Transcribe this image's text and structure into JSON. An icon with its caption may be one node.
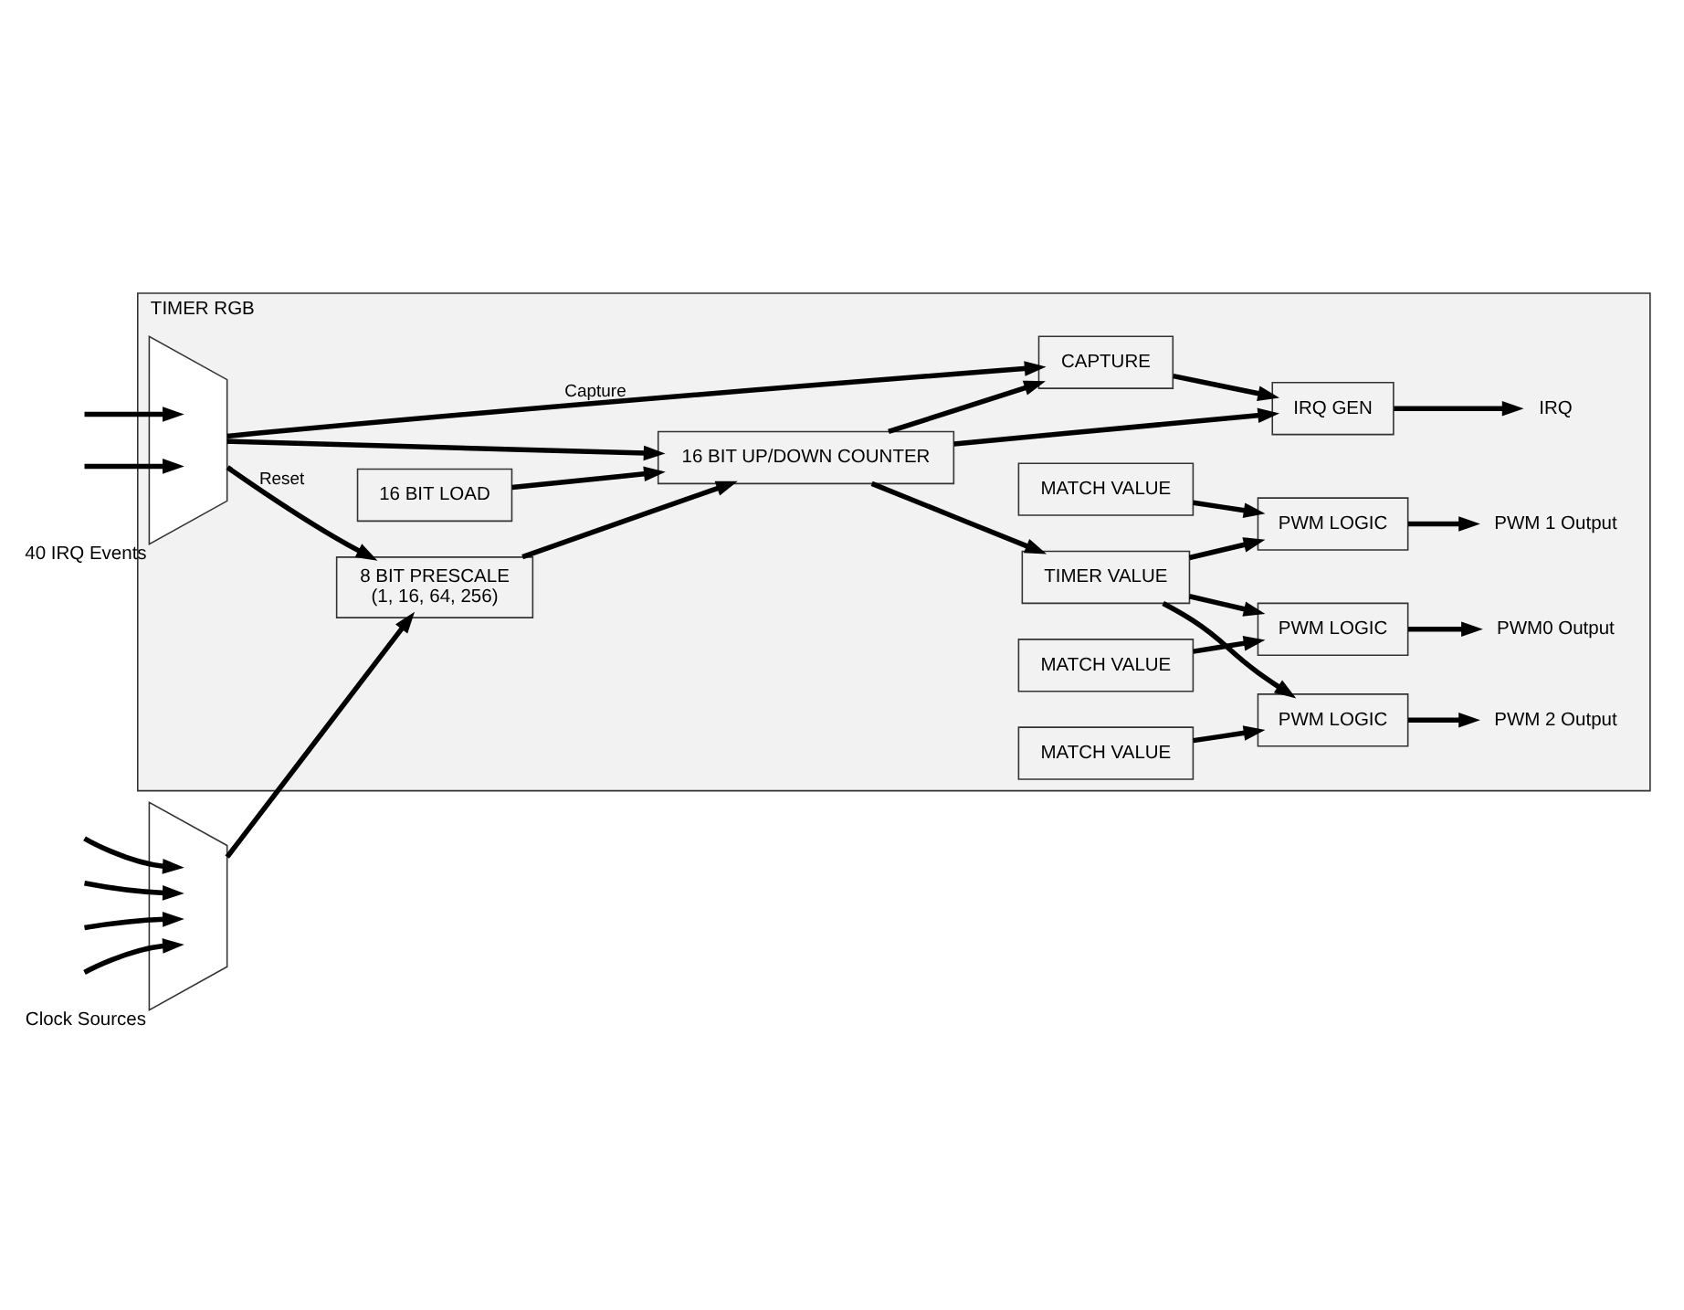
{
  "diagram": {
    "nodes": [
      {
        "text": [
          "TIMER RGB"
        ]
      },
      {
        "text": [],
        "shape": "trapezoid",
        "beside": [
          "Clock Sources"
        ]
      },
      {
        "text": [
          "8 BIT PRESCALE",
          "(1, 16, 64, 256)"
        ],
        "in": 0
      },
      {
        "text": [
          "16 BIT LOAD"
        ],
        "in": 0
      },
      {
        "text": [
          "16 BIT UP/DOWN COUNTER"
        ],
        "in": 0
      },
      {
        "text": [
          "IRQ GEN"
        ],
        "in": 0
      },
      {
        "text": [
          "TIMER VALUE"
        ],
        "in": 0
      },
      {
        "text": [],
        "shape": "trapezoid",
        "beside": [
          "40 IRQ Events"
        ],
        "in": 0
      },
      {
        "text": [
          "CAPTURE"
        ],
        "in": 0
      },
      {
        "text": [
          "IRQ"
        ],
        "in": 0
      },
      {
        "text": [
          "MATCH VALUE"
        ],
        "in": 0
      },
      {
        "text": [
          "PWM LOGIC"
        ],
        "in": 0
      },
      {
        "text": [
          "PWM0 Output"
        ],
        "in": 0
      },
      {
        "text": [
          "MATCH VALUE"
        ],
        "in": 0
      },
      {
        "text": [
          "PWM LOGIC"
        ],
        "in": 0
      },
      {
        "text": [
          "PWM 1 Output"
        ],
        "in": 0
      },
      {
        "text": [
          "MATCH VALUE"
        ],
        "in": 0
      },
      {
        "text": [
          "PWM LOGIC"
        ],
        "in": 0
      },
      {
        "text": [
          "PWM 2 Output"
        ],
        "in": 0
      }
    ],
    "edges": [
      {
        "from": null,
        "to": 1,
        "arrow": "to"
      },
      {
        "from": null,
        "to": 1,
        "arrow": "to"
      },
      {
        "from": null,
        "to": 1,
        "arrow": "to"
      },
      {
        "from": null,
        "to": 1,
        "arrow": "to"
      },
      {
        "from": 1,
        "to": 2,
        "arrow": "to"
      },
      {
        "from": 2,
        "to": 4,
        "arrow": "to"
      },
      {
        "from": 3,
        "to": 4,
        "arrow": "to"
      },
      {
        "from": null,
        "to": 7,
        "arrow": "to"
      },
      {
        "from": null,
        "to": 7,
        "arrow": "to"
      },
      {
        "from": 7,
        "to": 2,
        "arrow": "to",
        "label": "Reset"
      },
      {
        "from": 7,
        "to": 4,
        "arrow": "to"
      },
      {
        "from": 7,
        "to": 8,
        "arrow": "to",
        "label": "Capture"
      },
      {
        "from": 4,
        "to": 5,
        "arrow": "to"
      },
      {
        "from": 8,
        "to": 5,
        "arrow": "to"
      },
      {
        "from": 5,
        "to": 9,
        "arrow": "to"
      },
      {
        "from": 4,
        "to": 8,
        "arrow": "to"
      },
      {
        "from": 4,
        "to": 6,
        "arrow": "to"
      },
      {
        "from": 6,
        "to": 11,
        "arrow": "to"
      },
      {
        "from": 6,
        "to": 14,
        "arrow": "to"
      },
      {
        "from": 6,
        "to": 17,
        "arrow": "to"
      },
      {
        "from": 10,
        "to": 11,
        "arrow": "to"
      },
      {
        "from": 13,
        "to": 14,
        "arrow": "to"
      },
      {
        "from": 16,
        "to": 17,
        "arrow": "to"
      },
      {
        "from": 11,
        "to": 12,
        "arrow": "to"
      },
      {
        "from": 14,
        "to": 15,
        "arrow": "to"
      },
      {
        "from": 17,
        "to": 18,
        "arrow": "to"
      }
    ]
  }
}
